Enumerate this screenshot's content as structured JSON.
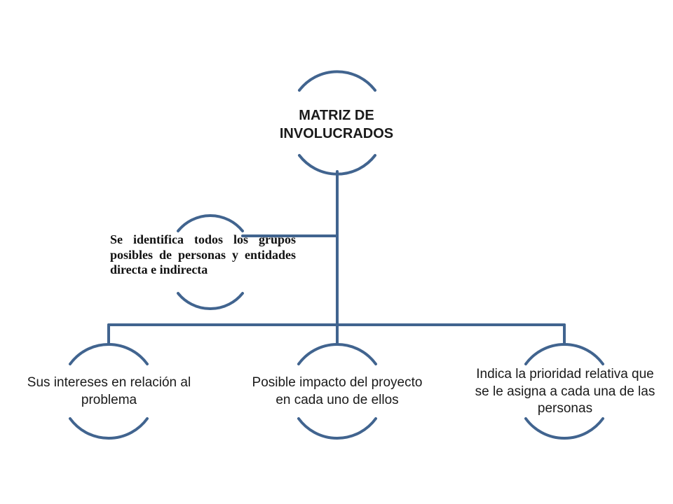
{
  "diagram": {
    "type": "hierarchy",
    "line_color": "#41648F",
    "root": {
      "label": "MATRIZ DE INVOLUCRADOS"
    },
    "assistant": {
      "label": "Se identifica todos los grupos posibles de personas y entidades directa e indirecta"
    },
    "children": [
      {
        "label": "Sus intereses en relación al problema"
      },
      {
        "label": "Posible impacto del proyecto en cada uno de ellos"
      },
      {
        "label": "Indica la prioridad relativa que se le asigna a cada una de las personas"
      }
    ]
  }
}
